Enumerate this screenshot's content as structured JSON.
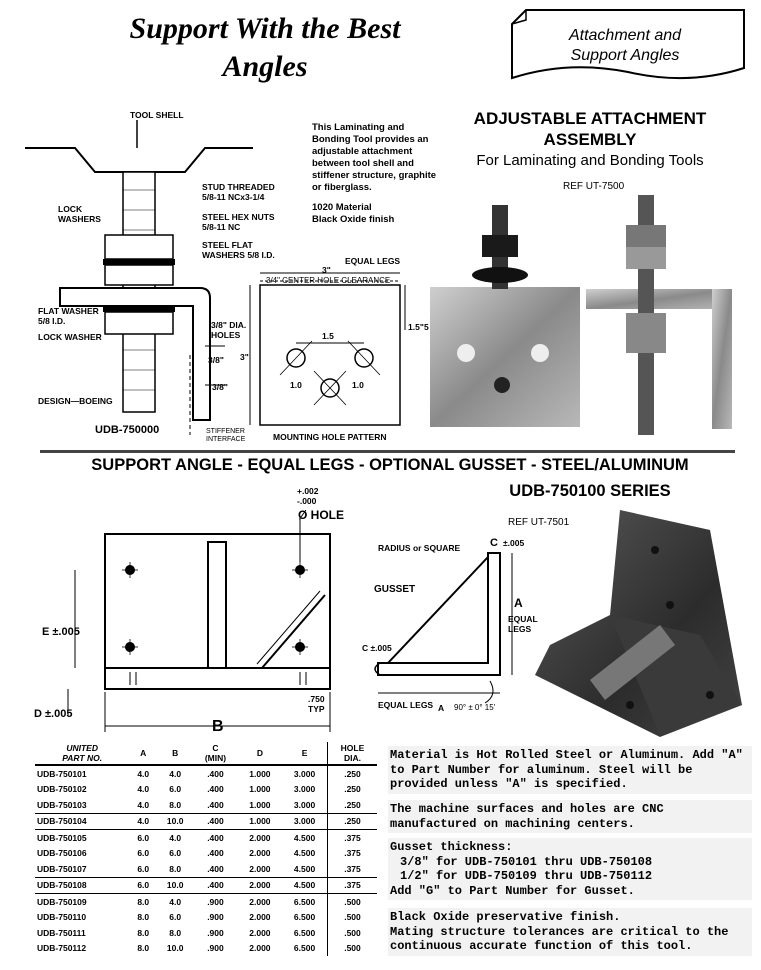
{
  "header": {
    "title_line1": "Support With the Best",
    "title_line2": "Angles",
    "banner_line1": "Attachment and",
    "banner_line2": "Support Angles"
  },
  "assembly": {
    "heading_line1": "ADJUSTABLE ATTACHMENT",
    "heading_line2": "ASSEMBLY",
    "subheading": "For Laminating and Bonding Tools",
    "ref": "REF UT-7500",
    "description": "This Laminating and Bonding Tool provides an adjustable attachment between tool shell and stiffener structure, graphite or fiberglass.",
    "material": "1020 Material",
    "finish": "Black Oxide finish",
    "part_no": "UDB-750000",
    "labels": {
      "tool_shell": "TOOL SHELL",
      "stud_1": "STUD THREADED",
      "stud_2": "5/8-11 NCx3-1/4",
      "nuts_1": "STEEL HEX NUTS",
      "nuts_2": "5/8-11 NC",
      "flat_1": "STEEL FLAT",
      "flat_2": "WASHERS 5/8 I.D.",
      "lock_1": "LOCK",
      "lock_2": "WASHERS",
      "flatw_1": "FLAT WASHER",
      "flatw_2": "5/8 I.D.",
      "lockw": "LOCK WASHER",
      "design": "DESIGN—BOEING",
      "stiff_1": "STIFFENER",
      "stiff_2": "INTERFACE",
      "dim_38a": "3/8\"",
      "dim_38b": "3/8\"",
      "equal_legs": "EQUAL LEGS",
      "dim_3top": "3\"",
      "clearance": "3/4\" CENTER HOLE CLEARANCE",
      "dim_15a": "1.5",
      "dim_15b": "1.5\"",
      "dim_5": "5",
      "holes_1": "3/8\" DIA.",
      "holes_2": "HOLES",
      "dim_3side": "3\"",
      "dim_10a": "1.0",
      "dim_10b": "1.0",
      "mounting": "MOUNTING HOLE PATTERN"
    }
  },
  "support": {
    "heading": "SUPPORT ANGLE - EQUAL LEGS - OPTIONAL GUSSET - STEEL/ALUMINUM",
    "series": "UDB-750100 SERIES",
    "ref": "REF UT-7501",
    "labels": {
      "tol_plus": "+.002",
      "tol_minus": "-.000",
      "hole": "Ø HOLE",
      "e_tol": "E ±.005",
      "d_tol": "D ±.005",
      "typ_1": ".750",
      "typ_2": "TYP",
      "b": "B",
      "radius": "RADIUS or SQUARE",
      "c_top": "C",
      "c_top_tol": "±.005",
      "gusset": "GUSSET",
      "a": "A",
      "equal_1": "EQUAL",
      "equal_2": "LEGS",
      "c_left": "C ±.005",
      "equal_legs": "EQUAL LEGS",
      "a_angle": "A",
      "angle": "90° ± 0° 15'"
    }
  },
  "table": {
    "headers": [
      {
        "l1": "UNITED",
        "l2": "PART NO."
      },
      {
        "l1": "A",
        "l2": ""
      },
      {
        "l1": "B",
        "l2": ""
      },
      {
        "l1": "C",
        "l2": "(MIN)"
      },
      {
        "l1": "D",
        "l2": ""
      },
      {
        "l1": "E",
        "l2": ""
      },
      {
        "l1": "HOLE",
        "l2": "DIA."
      }
    ],
    "rows": [
      [
        "UDB-750101",
        "4.0",
        "4.0",
        ".400",
        "1.000",
        "3.000",
        ".250"
      ],
      [
        "UDB-750102",
        "4.0",
        "6.0",
        ".400",
        "1.000",
        "3.000",
        ".250"
      ],
      [
        "UDB-750103",
        "4.0",
        "8.0",
        ".400",
        "1.000",
        "3.000",
        ".250"
      ],
      [
        "UDB-750104",
        "4.0",
        "10.0",
        ".400",
        "1.000",
        "3.000",
        ".250"
      ],
      [
        "UDB-750105",
        "6.0",
        "4.0",
        ".400",
        "2.000",
        "4.500",
        ".375"
      ],
      [
        "UDB-750106",
        "6.0",
        "6.0",
        ".400",
        "2.000",
        "4.500",
        ".375"
      ],
      [
        "UDB-750107",
        "6.0",
        "8.0",
        ".400",
        "2.000",
        "4.500",
        ".375"
      ],
      [
        "UDB-750108",
        "6.0",
        "10.0",
        ".400",
        "2.000",
        "4.500",
        ".375"
      ],
      [
        "UDB-750109",
        "8.0",
        "4.0",
        ".900",
        "2.000",
        "6.500",
        ".500"
      ],
      [
        "UDB-750110",
        "8.0",
        "6.0",
        ".900",
        "2.000",
        "6.500",
        ".500"
      ],
      [
        "UDB-750111",
        "8.0",
        "8.0",
        ".900",
        "2.000",
        "6.500",
        ".500"
      ],
      [
        "UDB-750112",
        "8.0",
        "10.0",
        ".900",
        "2.000",
        "6.500",
        ".500"
      ]
    ]
  },
  "notes": {
    "p1": "Material is Hot Rolled Steel or Aluminum. Add \"A\" to Part Number for aluminum. Steel will be provided unless \"A\" is specified.",
    "p2": "The machine surfaces and holes are CNC manufactured on machining centers.",
    "p3_l1": "Gusset thickness:",
    "p3_l2": "3/8\" for UDB-750101 thru UDB-750108",
    "p3_l3": "1/2\" for UDB-750109 thru UDB-750112",
    "p3_l4": "Add \"G\" to Part Number for Gusset.",
    "p4_l1": "Black Oxide preservative finish.",
    "p4_l2": "Mating structure tolerances are critical to the continuous accurate function of this tool."
  }
}
